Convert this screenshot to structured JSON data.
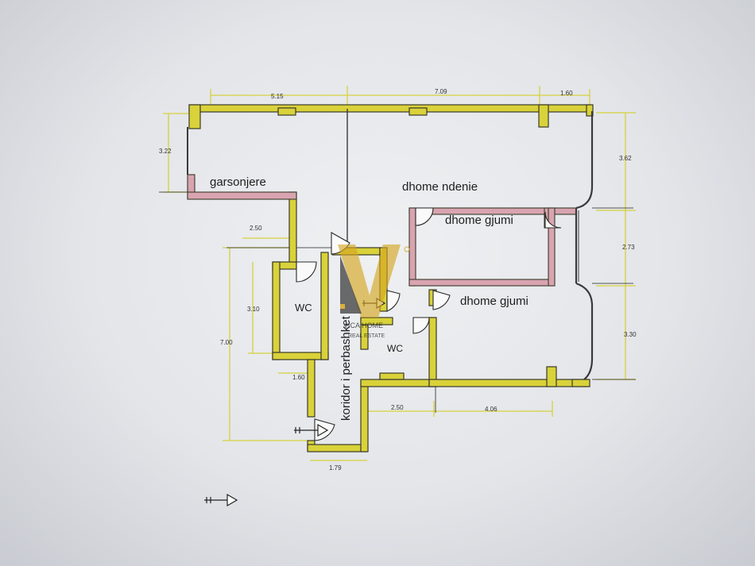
{
  "rooms": {
    "garsonjere": "garsonjere",
    "dhome_ndenie": "dhome ndenie",
    "dhome_gjumi_1": "dhome gjumi",
    "dhome_gjumi_2": "dhome gjumi",
    "wc_1": "WC",
    "wc_2": "WC",
    "koridor": "koridor i perbashket"
  },
  "dimensions": {
    "top_left": "5.15",
    "top_middle": "7.09",
    "top_right": "1.60",
    "left_upper": "3.22",
    "right_upper": "3.62",
    "right_middle": "2.73",
    "right_lower": "3.30",
    "wc_width": "2.50",
    "wc_height": "3.10",
    "overall_height": "7.00",
    "corridor_lower": "1.60",
    "entrance_width": "1.79",
    "bottom_wc": "2.50",
    "bottom_bedroom": "4.06"
  },
  "watermark": {
    "line1": "VICA HOME",
    "line2": "REAL ESTATE"
  },
  "colors": {
    "wall_yellow": "#d9d23a",
    "wall_outline": "#3a3a2a",
    "wall_pink": "#d8a4b0",
    "dim_line": "#d6d13c",
    "watermark_gold": "#d6a520",
    "watermark_dark": "#2a2a2a"
  }
}
